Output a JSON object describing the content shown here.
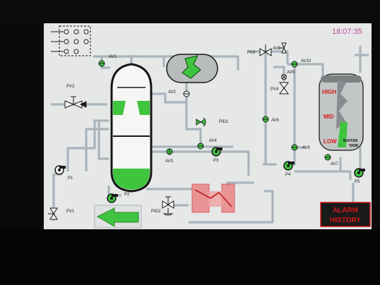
{
  "clock": {
    "time": "18:07:35"
  },
  "valves": {
    "av1": "AV1",
    "av2": "AV2",
    "av3": "AV3",
    "av4": "AV4",
    "av5": "AV5",
    "av6": "AV6",
    "av7": "AV7",
    "av8": "AV8",
    "av9": "AV9",
    "av10": "AV10",
    "pv1": "PV1",
    "pv2": "PV2",
    "pv3": "PV3",
    "pv4": "PV4",
    "pid1": "PID1",
    "pid2": "PID2"
  },
  "pumps": {
    "p1": "P1",
    "p2": "P2",
    "p3": "P3",
    "p4": "P4",
    "p5": "P5"
  },
  "buffer_tank": {
    "high": "HIGH",
    "mid": "MID",
    "low": "LOW",
    "name_line1": "BUFFER",
    "name_line2": "TANK"
  },
  "alarm_button": {
    "line1": "ALARM",
    "line2": "HISTORY"
  },
  "colors": {
    "process_green": "#3fc43f",
    "pipe": "#a9b4bb",
    "alarm_red": "#d21818",
    "clock": "#b84a9c",
    "heat_exchanger": "#e98080"
  }
}
